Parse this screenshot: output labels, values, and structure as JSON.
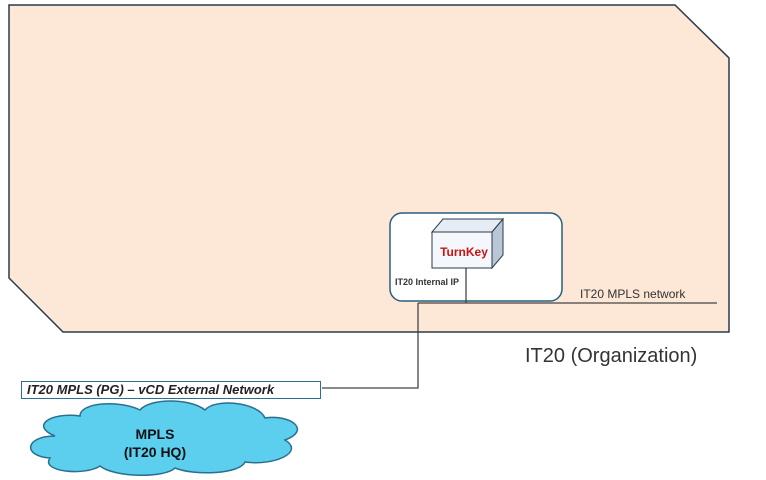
{
  "organization": {
    "title": "IT20 (Organization)",
    "fill_color": "#fde7d6",
    "border_color": "#2b3a4a"
  },
  "vm": {
    "name": "TurnKey",
    "name_color": "#cc1111",
    "internal_ip_label": "IT20 Internal IP"
  },
  "networks": {
    "internal": "IT20 MPLS network",
    "external": "IT20 MPLS (PG) – vCD External Network"
  },
  "cloud": {
    "title": "MPLS",
    "subtitle": "(IT20 HQ)",
    "fill_color": "#5ccfee",
    "border_color": "#2a6f8f"
  }
}
